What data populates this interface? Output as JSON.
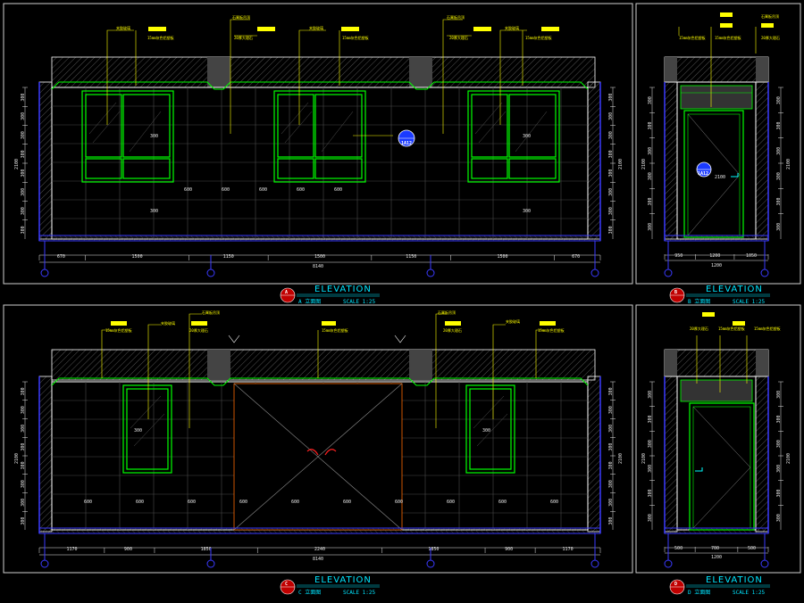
{
  "colors": {
    "frame": "#cfcfcf",
    "wall": "#ffffff",
    "grid": "#4a4a4a",
    "window": "#00ff00",
    "blue": "#3a3aff",
    "annotation": "#ffff00",
    "title": "#00e5ff",
    "badge": "#c00000",
    "hatch": "#8a8a8a",
    "ceiling": "#404040"
  },
  "panels": [
    {
      "title": "ELEVATION",
      "subtitle": "A 立面图",
      "scale": "SCALE 1:25",
      "badge": "A",
      "marker_label": "1A12",
      "bottom_dims": [
        "670",
        "1500",
        "1150",
        "1500",
        "1150",
        "1500",
        "670"
      ],
      "bottom_total": "8140",
      "right_dims": [
        "300",
        "300",
        "300",
        "300",
        "300",
        "300",
        "300",
        "300"
      ],
      "left_total": "2100",
      "tile_dims": [
        "600",
        "600",
        "600",
        "600",
        "600"
      ],
      "window_label": "300"
    },
    {
      "title": "ELEVATION",
      "subtitle": "B 立面图",
      "scale": "SCALE 1:25",
      "badge": "B",
      "marker_label": "1A12",
      "bottom_dims": [
        "950",
        "1200",
        "1050"
      ],
      "bottom_total": "1200",
      "right_dims": [
        "300",
        "300",
        "300",
        "300",
        "300",
        "300"
      ],
      "left_total": "2100",
      "door_label": "2100"
    },
    {
      "title": "ELEVATION",
      "subtitle": "C 立面图",
      "scale": "SCALE 1:25",
      "badge": "C",
      "bottom_dims": [
        "1170",
        "900",
        "1850",
        "2240",
        "1850",
        "900",
        "1170"
      ],
      "bottom_total": "8140",
      "right_dims": [
        "300",
        "300",
        "300",
        "300",
        "300",
        "300",
        "300",
        "300"
      ],
      "left_total": "2100",
      "tile_dims": [
        "600",
        "600",
        "600",
        "600",
        "600",
        "600",
        "600",
        "600",
        "600",
        "600"
      ],
      "window_label": "300"
    },
    {
      "title": "ELEVATION",
      "subtitle": "D 立面图",
      "scale": "SCALE 1:25",
      "badge": "D",
      "bottom_dims": [
        "500",
        "700",
        "500"
      ],
      "bottom_total": "1200",
      "right_dims": [
        "300",
        "300",
        "300",
        "300",
        "300",
        "300"
      ],
      "left_total": "2100"
    }
  ]
}
